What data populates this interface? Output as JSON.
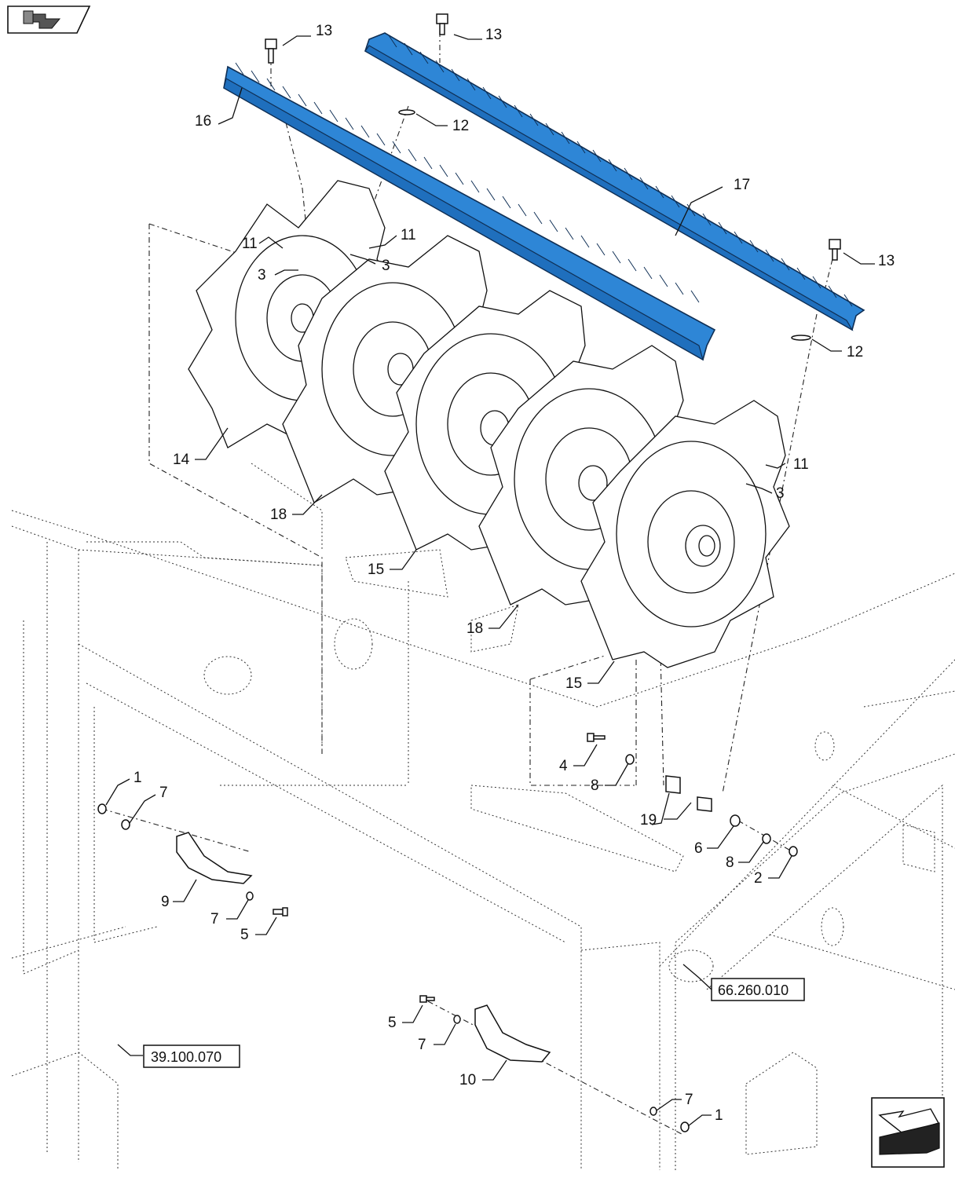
{
  "nav_icons": {
    "top_left": "parts-catalog-back-icon",
    "bottom_right": "next-page-arrow-icon"
  },
  "accent_color": "#2e86d6",
  "callouts": [
    {
      "id": "c13a",
      "label": "13"
    },
    {
      "id": "c13b",
      "label": "13"
    },
    {
      "id": "c13c",
      "label": "13"
    },
    {
      "id": "c16",
      "label": "16"
    },
    {
      "id": "c12a",
      "label": "12"
    },
    {
      "id": "c12b",
      "label": "12"
    },
    {
      "id": "c17",
      "label": "17"
    },
    {
      "id": "c11a",
      "label": "11"
    },
    {
      "id": "c11b",
      "label": "11"
    },
    {
      "id": "c11c",
      "label": "11"
    },
    {
      "id": "c3a",
      "label": "3"
    },
    {
      "id": "c3b",
      "label": "3"
    },
    {
      "id": "c3c",
      "label": "3"
    },
    {
      "id": "c14",
      "label": "14"
    },
    {
      "id": "c18a",
      "label": "18"
    },
    {
      "id": "c18b",
      "label": "18"
    },
    {
      "id": "c15a",
      "label": "15"
    },
    {
      "id": "c15b",
      "label": "15"
    },
    {
      "id": "c4",
      "label": "4"
    },
    {
      "id": "c8a",
      "label": "8"
    },
    {
      "id": "c8b",
      "label": "8"
    },
    {
      "id": "c19",
      "label": "19"
    },
    {
      "id": "c6",
      "label": "6"
    },
    {
      "id": "c2",
      "label": "2"
    },
    {
      "id": "c1a",
      "label": "1"
    },
    {
      "id": "c1b",
      "label": "1"
    },
    {
      "id": "c7a",
      "label": "7"
    },
    {
      "id": "c7b",
      "label": "7"
    },
    {
      "id": "c7c",
      "label": "7"
    },
    {
      "id": "c7d",
      "label": "7"
    },
    {
      "id": "c9",
      "label": "9"
    },
    {
      "id": "c5a",
      "label": "5"
    },
    {
      "id": "c5b",
      "label": "5"
    },
    {
      "id": "c10",
      "label": "10"
    }
  ],
  "references": [
    {
      "id": "ref1",
      "label": "66.260.010"
    },
    {
      "id": "ref2",
      "label": "39.100.070"
    }
  ]
}
